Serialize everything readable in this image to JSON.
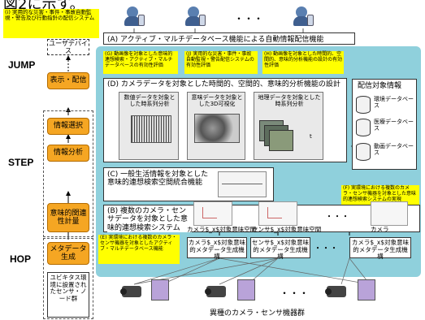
{
  "title": {
    "prefix": "図",
    "suffix": "に示す。"
  },
  "top_note": "(i) 実用的な災害・事件・事故自動監視・警告及び行動指針の配信システム",
  "stages": {
    "jump": "JUMP",
    "step": "STEP",
    "hop": "HOP"
  },
  "left_column": {
    "user_device": "ユーザデバイス",
    "display": "表示・配信",
    "info_select": "情報選択",
    "info_analysis": "情報分析",
    "relevance": "意味的関連性計量",
    "metadata": "メタデータ生成",
    "ubiquitous": "ユビキタス環境に設置されたセンサ・ノード群"
  },
  "top_ellipsis": "・・・",
  "header_a": "(A) アクティブ・マルチデータベース機能による自動情報配信機能",
  "notes": {
    "g": "(G) 動画像を対象とした意味的連想検索・アクティブ・マルチデータベースの有効性評価",
    "j": "(J) 実用的な災害・事件・事故自動監視・警告配信システムの有効性評価",
    "h": "(H) 動画像を対象とした時間的、空間的、意味的分析機能の設計の有効性評価",
    "f": "(F) 実環境における複数のカメラ・センサ機器を対象とした意味的連想検索システムの実現",
    "e": "(E) 実環境における複数のカメラ・センサ機器を対象としたアクティブ・マルチデータベース機能"
  },
  "panel_d": {
    "title": "(D) カメラデータを対象とした時間的、空間的、意味的分析機能の設計",
    "numeric": "数値データを対象とした時系列分析",
    "semantic3d": "意味データを対象とした3D可視化",
    "geo": "地理データを対象とした時系列分析",
    "axis_t": "t"
  },
  "delivery": {
    "title": "配信対象情報",
    "env": "環境データベース",
    "medical": "医療データベース",
    "video": "動画データベース"
  },
  "panel_c": {
    "title": "(C) 一般生活情報を対象とした意味的連想検索空間統合機能"
  },
  "panel_b": {
    "title": "(B) 複数のカメラ・センサデータを対象とした意味的連想検索システム",
    "camera_space": "カメラ$_x$対象意味空間",
    "sensor_space": "センサ$_x$対象意味空間",
    "camera_trunc": "カメラ",
    "ellipsis": "・・・"
  },
  "meta_gen": {
    "camera1": "カメラ$_x$対象意味的メタデータ生成機構",
    "sensor": "センサ$_x$対象意味的メタデータ生成機構",
    "camera2": "カメラ$_x$対象意味的メタデータ生成機構",
    "ellipsis": "・・・"
  },
  "bottom_ellipsis": "・・・",
  "footer": "異種のカメラ・センサ機器群",
  "colors": {
    "accent_orange": "#f5a623",
    "note_yellow": "#ffff00",
    "blue_region": "#8fd0dc",
    "background": "#ffffff"
  }
}
